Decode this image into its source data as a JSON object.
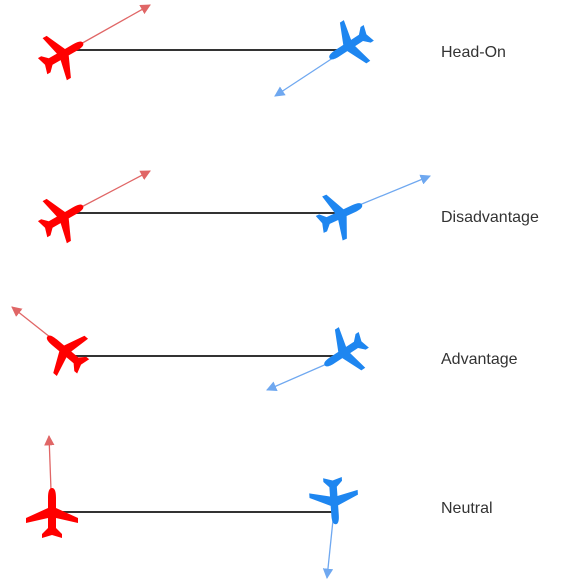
{
  "colors": {
    "red_aircraft": "#ff0000",
    "red_vector": "#e06666",
    "blue_aircraft": "#1e86f0",
    "blue_vector": "#6fa8f0",
    "line": "#333333",
    "text": "#333333"
  },
  "icons": {
    "aircraft": "airplane-icon",
    "vector": "arrow-icon"
  },
  "scenarios": [
    {
      "label": "Head-On"
    },
    {
      "label": "Disadvantage"
    },
    {
      "label": "Advantage"
    },
    {
      "label": "Neutral"
    }
  ]
}
